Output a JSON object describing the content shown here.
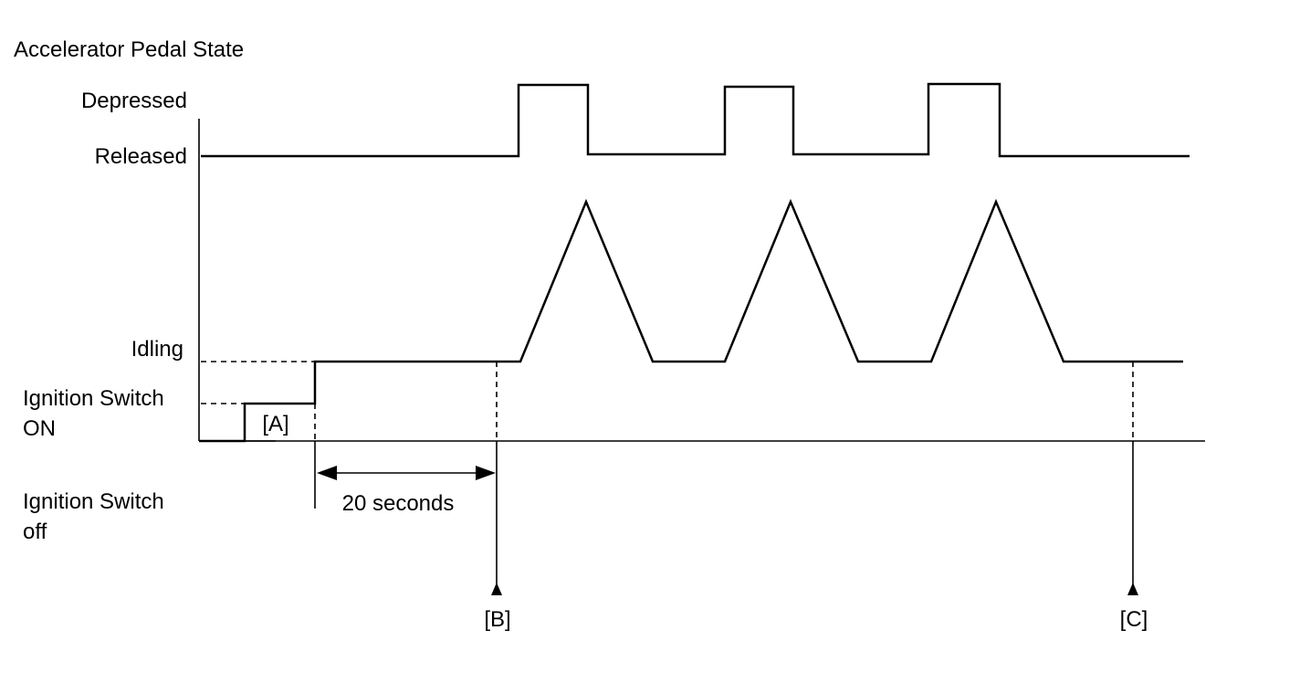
{
  "labels": {
    "title": "Accelerator Pedal State",
    "depressed": "Depressed",
    "released": "Released",
    "idling": "Idling",
    "ignition_on_line1": "Ignition Switch",
    "ignition_on_line2": "ON",
    "ignition_off_line1": "Ignition Switch",
    "ignition_off_line2": "off",
    "marker_a": "[A]",
    "marker_b": "[B]",
    "marker_c": "[C]",
    "interval": "20 seconds"
  },
  "colors": {
    "line": "#000000",
    "background": "#ffffff"
  },
  "pedal_presses": 3
}
